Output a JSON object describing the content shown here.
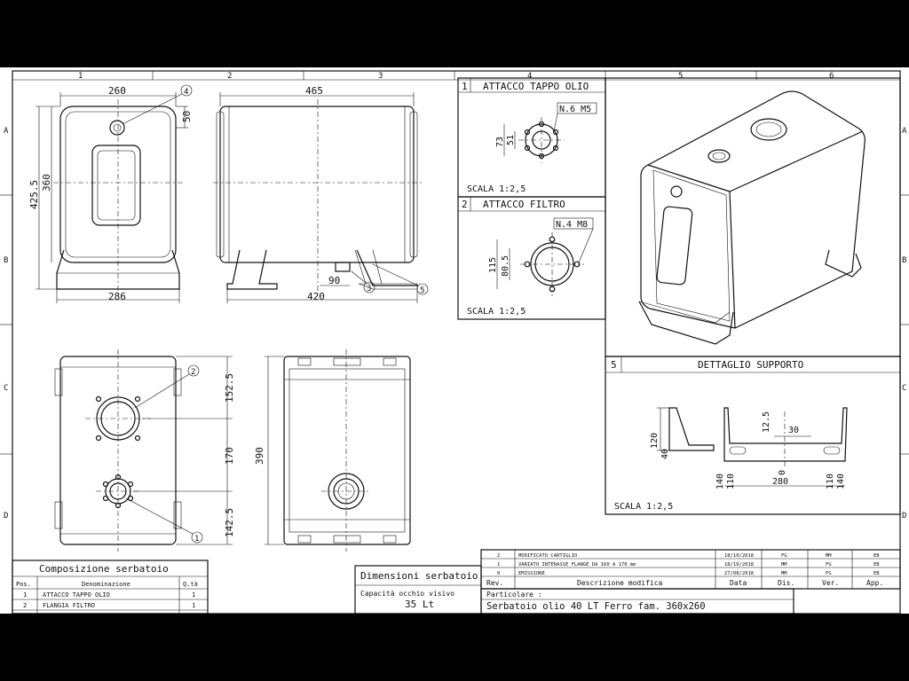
{
  "columns": [
    "1",
    "2",
    "3",
    "4",
    "5",
    "6"
  ],
  "rows": [
    "A",
    "B",
    "C",
    "D"
  ],
  "dims": {
    "w260": "260",
    "d50": "50",
    "d425": "425.5",
    "d360": "360",
    "w286": "286",
    "w465": "465",
    "w420": "420",
    "d90": "90",
    "d152": "152.5",
    "d170": "170",
    "d142": "142.5",
    "d390": "390",
    "d73": "73",
    "d51": "51",
    "d115": "115",
    "d80": "80.5",
    "d120": "120",
    "d40": "40",
    "d12": "12.5",
    "d30": "30",
    "d140a": "140",
    "d110a": "110",
    "d0": "0",
    "d280": "280",
    "d110b": "110",
    "d140b": "140"
  },
  "callouts": {
    "c1": "1",
    "c2": "2",
    "c3": "3",
    "c4": "4",
    "c5": "5"
  },
  "details": {
    "d1_num": "1",
    "d1_title": "ATTACCO TAPPO OLIO",
    "d1_spec": "N.6 M5",
    "d1_scale": "SCALA 1:2,5",
    "d2_num": "2",
    "d2_title": "ATTACCO FILTRO",
    "d2_spec": "N.4 M8",
    "d2_scale": "SCALA 1:2,5",
    "d5_num": "5",
    "d5_title": "DETTAGLIO SUPPORTO",
    "d5_scale": "SCALA 1:2,5"
  },
  "composition": {
    "title": "Composizione serbatoio",
    "headers": {
      "pos": "Pos.",
      "name": "Denominazione",
      "qty": "Q.tà"
    },
    "rows": [
      {
        "pos": "1",
        "name": "ATTACCO TAPPO OLIO",
        "qty": "1"
      },
      {
        "pos": "2",
        "name": "FLANGIA FILTRO",
        "qty": "1"
      }
    ]
  },
  "dimensions_box": {
    "title": "Dimensioni serbatoio",
    "label1": "Capacità occhio visivo",
    "value1": "35 Lt"
  },
  "revisions": {
    "rows": [
      {
        "rev": "2",
        "desc": "MODIFICATO CARTIGLIO",
        "date": "18/10/2018",
        "dis": "FG",
        "ver": "MM",
        "app": "EB"
      },
      {
        "rev": "1",
        "desc": "VARIATO INTERASSE FLANGE DA 160 A 170 mm",
        "date": "18/10/2018",
        "dis": "MM",
        "ver": "FG",
        "app": "EB"
      },
      {
        "rev": "0",
        "desc": "EMISSIONE",
        "date": "27/08/2018",
        "dis": "MM",
        "ver": "FG",
        "app": "EB"
      }
    ],
    "headers": {
      "rev": "Rev.",
      "desc": "Descrizione modifica",
      "date": "Data",
      "dis": "Dis.",
      "ver": "Ver.",
      "app": "App."
    }
  },
  "title_block": {
    "particolare_label": "Particolare :",
    "particolare_value": "Serbatoio olio 40 LT Ferro fam. 360x260"
  }
}
